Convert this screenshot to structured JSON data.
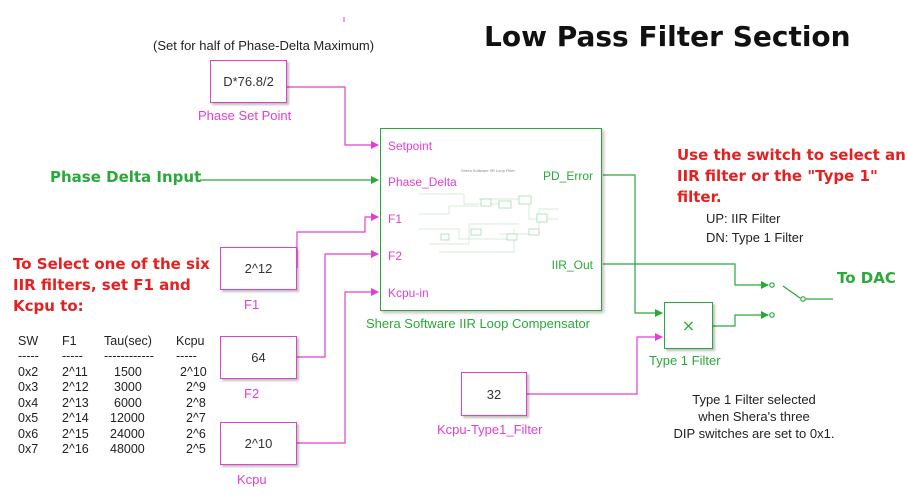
{
  "title": "Low Pass Filter Section",
  "setpoint_note": "(Set for half of Phase-Delta Maximum)",
  "constants": {
    "phase_set_point": {
      "value": "D*76.8/2",
      "label": "Phase Set Point"
    },
    "f1": {
      "value": "2^12",
      "label": "F1"
    },
    "f2": {
      "value": "64",
      "label": "F2"
    },
    "kcpu": {
      "value": "2^10",
      "label": "Kcpu"
    },
    "kcpu_type1": {
      "value": "32",
      "label": "Kcpu-Type1_Filter"
    }
  },
  "phase_delta_input": "Phase Delta Input",
  "main_block": {
    "label": "Shera Software IIR Loop Compensator",
    "inner_caption": "Shera Software IIR Loop Filter",
    "inputs": [
      "Setpoint",
      "Phase_Delta",
      "F1",
      "F2",
      "Kcpu-in"
    ],
    "outputs": [
      "PD_Error",
      "IIR_Out"
    ]
  },
  "type1_block": {
    "symbol": "×",
    "label": "Type 1 Filter"
  },
  "to_dac": "To DAC",
  "switch_note": {
    "lines": [
      "Use the switch to select an",
      "IIR filter or the \"Type 1\"",
      "filter."
    ],
    "up": "UP:  IIR Filter",
    "dn": "DN:  Type 1 Filter"
  },
  "type1_note": [
    "Type 1 Filter selected",
    "when Shera's three",
    "DIP switches are set to 0x1."
  ],
  "select_note": [
    "To Select one of the six",
    "IIR filters, set F1 and",
    "Kcpu to:"
  ],
  "table": {
    "headers": [
      "SW",
      "F1",
      "Tau(sec)",
      "Kcpu"
    ],
    "dashes": [
      "-----",
      "-----",
      "------------",
      "-----"
    ],
    "rows": [
      [
        "0x2",
        "2^11",
        "1500",
        "2^10"
      ],
      [
        "0x3",
        "2^12",
        "3000",
        "2^9"
      ],
      [
        "0x4",
        "2^13",
        "6000",
        "2^8"
      ],
      [
        "0x5",
        "2^14",
        "12000",
        "2^7"
      ],
      [
        "0x6",
        "2^15",
        "24000",
        "2^6"
      ],
      [
        "0x7",
        "2^16",
        "48000",
        "2^5"
      ]
    ]
  },
  "colors": {
    "magenta": "#e040d0",
    "green": "#2aa83a",
    "red": "#e52020"
  }
}
